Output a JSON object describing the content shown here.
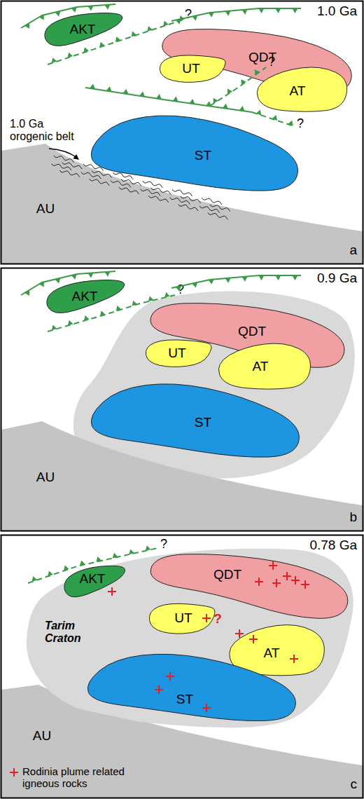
{
  "diagram": {
    "nodes": [
      {
        "text": [
          "AKT"
        ]
      },
      {
        "text": [
          "QDT"
        ]
      },
      {
        "text": [
          "UT"
        ]
      },
      {
        "text": [
          "AT"
        ]
      },
      {
        "text": [
          "ST"
        ]
      },
      {
        "text": [
          "AU"
        ]
      },
      {
        "text": [
          "AKT"
        ]
      },
      {
        "text": [
          "QDT"
        ]
      },
      {
        "text": [
          "UT"
        ]
      },
      {
        "text": [
          "AT"
        ]
      },
      {
        "text": [
          "ST"
        ]
      },
      {
        "text": [
          "AU"
        ]
      },
      {
        "text": [
          "Tarim Craton"
        ]
      },
      {
        "text": [
          "AKT"
        ],
        "in": 12
      },
      {
        "text": [
          "QDT"
        ],
        "in": 12
      },
      {
        "text": [
          "UT",
          "?"
        ],
        "in": 12
      },
      {
        "text": [
          "AT"
        ],
        "in": 12
      },
      {
        "text": [
          "ST"
        ],
        "in": 12
      },
      {
        "text": [
          "AU"
        ]
      }
    ],
    "labels": [
      "1.0 Ga",
      "?",
      "?",
      "?",
      "1.0 Ga orogenic belt",
      "a",
      "0.9 Ga",
      "?",
      "b",
      "0.78 Ga",
      "?",
      "c"
    ],
    "legend": [
      {
        "text": "Rodinia plume related igneous rocks"
      }
    ]
  }
}
